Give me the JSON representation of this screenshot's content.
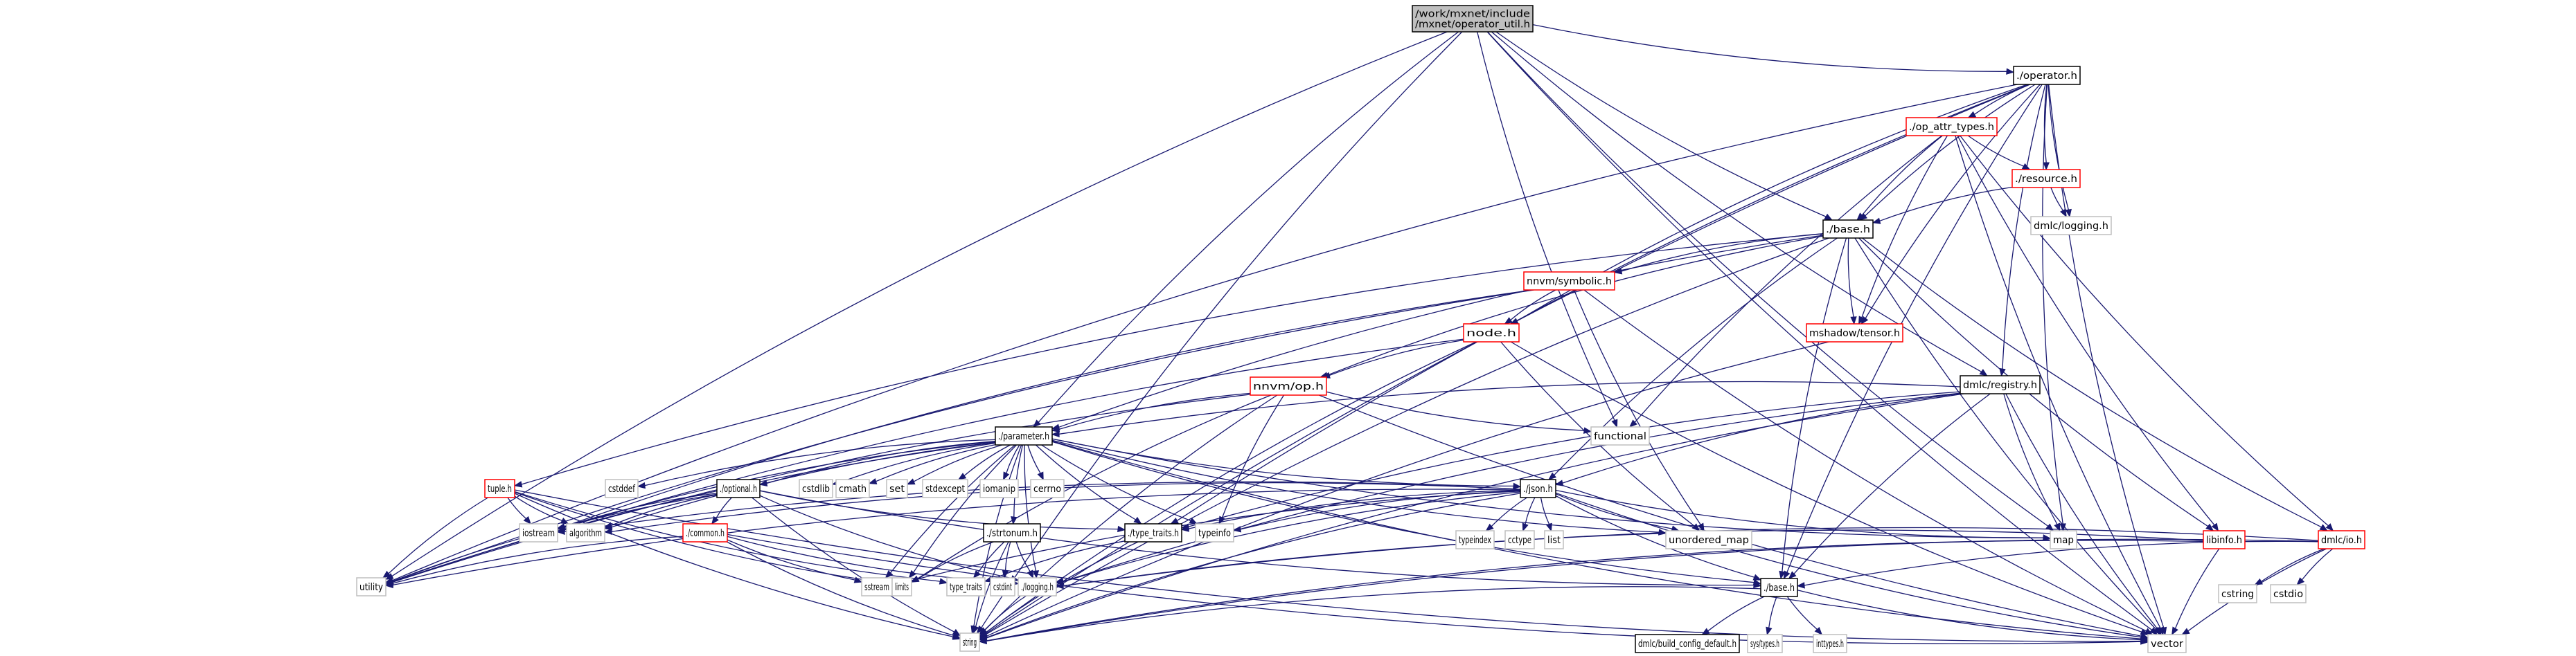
{
  "diagram": {
    "type": "include-dependency-graph",
    "legend_colors": {
      "edge": "#191970",
      "root_fill": "#bfbfbf",
      "documented_border": "#000000",
      "truncated_border": "#ff0000",
      "system_border": "#bfbfbf"
    },
    "nodes": [
      {
        "id": "root",
        "label": "/work/mxnet/include\n/mxnet/operator_util.h",
        "kind": "root"
      },
      {
        "id": "operator",
        "label": "./operator.h",
        "kind": "local"
      },
      {
        "id": "op_attr_types",
        "label": "./op_attr_types.h",
        "kind": "trunc"
      },
      {
        "id": "resource",
        "label": "./resource.h",
        "kind": "trunc"
      },
      {
        "id": "dmlc_logging_top",
        "label": "dmlc/logging.h",
        "kind": "sys"
      },
      {
        "id": "base_mx",
        "label": "./base.h",
        "kind": "local"
      },
      {
        "id": "nnvm_symbolic",
        "label": "nnvm/symbolic.h",
        "kind": "trunc"
      },
      {
        "id": "mshadow_tensor",
        "label": "mshadow/tensor.h",
        "kind": "trunc"
      },
      {
        "id": "node",
        "label": "node.h",
        "kind": "trunc"
      },
      {
        "id": "nnvm_op",
        "label": "nnvm/op.h",
        "kind": "trunc"
      },
      {
        "id": "dmlc_registry",
        "label": "dmlc/registry.h",
        "kind": "local"
      },
      {
        "id": "functional",
        "label": "functional",
        "kind": "sys"
      },
      {
        "id": "parameter",
        "label": "./parameter.h",
        "kind": "local"
      },
      {
        "id": "tuple",
        "label": "tuple.h",
        "kind": "trunc"
      },
      {
        "id": "cstddef",
        "label": "cstddef",
        "kind": "sys"
      },
      {
        "id": "optional",
        "label": "./optional.h",
        "kind": "local"
      },
      {
        "id": "cstdlib",
        "label": "cstdlib",
        "kind": "sys"
      },
      {
        "id": "cmath",
        "label": "cmath",
        "kind": "sys"
      },
      {
        "id": "set",
        "label": "set",
        "kind": "sys"
      },
      {
        "id": "stdexcept",
        "label": "stdexcept",
        "kind": "sys"
      },
      {
        "id": "iomanip",
        "label": "iomanip",
        "kind": "sys"
      },
      {
        "id": "cerrno",
        "label": "cerrno",
        "kind": "sys"
      },
      {
        "id": "json",
        "label": "./json.h",
        "kind": "local"
      },
      {
        "id": "iostream",
        "label": "iostream",
        "kind": "sys"
      },
      {
        "id": "algorithm",
        "label": "algorithm",
        "kind": "sys"
      },
      {
        "id": "common",
        "label": "./common.h",
        "kind": "trunc"
      },
      {
        "id": "strtonum",
        "label": "./strtonum.h",
        "kind": "local"
      },
      {
        "id": "type_traits_h",
        "label": "./type_traits.h",
        "kind": "local"
      },
      {
        "id": "typeinfo",
        "label": "typeinfo",
        "kind": "sys"
      },
      {
        "id": "typeindex",
        "label": "typeindex",
        "kind": "sys"
      },
      {
        "id": "cctype",
        "label": "cctype",
        "kind": "sys"
      },
      {
        "id": "list",
        "label": "list",
        "kind": "sys"
      },
      {
        "id": "unordered_map",
        "label": "unordered_map",
        "kind": "sys"
      },
      {
        "id": "map",
        "label": "map",
        "kind": "sys"
      },
      {
        "id": "libinfo",
        "label": "libinfo.h",
        "kind": "trunc"
      },
      {
        "id": "dmlc_io",
        "label": "dmlc/io.h",
        "kind": "trunc"
      },
      {
        "id": "utility",
        "label": "utility",
        "kind": "sys"
      },
      {
        "id": "sstream",
        "label": "sstream",
        "kind": "sys"
      },
      {
        "id": "limits",
        "label": "limits",
        "kind": "sys"
      },
      {
        "id": "type_traits",
        "label": "type_traits",
        "kind": "sys"
      },
      {
        "id": "cstdint",
        "label": "cstdint",
        "kind": "sys"
      },
      {
        "id": "logging",
        "label": "./logging.h",
        "kind": "sys"
      },
      {
        "id": "base_dmlc",
        "label": "./base.h",
        "kind": "local"
      },
      {
        "id": "cstring",
        "label": "cstring",
        "kind": "sys"
      },
      {
        "id": "cstdio",
        "label": "cstdio",
        "kind": "sys"
      },
      {
        "id": "string",
        "label": "string",
        "kind": "sys"
      },
      {
        "id": "build_config",
        "label": "dmlc/build_config_default.h",
        "kind": "local"
      },
      {
        "id": "sys_types",
        "label": "sys/types.h",
        "kind": "sys"
      },
      {
        "id": "inttypes",
        "label": "inttypes.h",
        "kind": "sys"
      },
      {
        "id": "vector",
        "label": "vector",
        "kind": "sys"
      }
    ],
    "edges": [
      [
        "root",
        "operator"
      ],
      [
        "root",
        "parameter"
      ],
      [
        "root",
        "base_mx"
      ],
      [
        "root",
        "dmlc_registry"
      ],
      [
        "root",
        "functional"
      ],
      [
        "root",
        "map"
      ],
      [
        "root",
        "vector"
      ],
      [
        "root",
        "string"
      ],
      [
        "root",
        "utility"
      ],
      [
        "operator",
        "op_attr_types"
      ],
      [
        "operator",
        "resource"
      ],
      [
        "operator",
        "dmlc_logging_top"
      ],
      [
        "operator",
        "base_mx"
      ],
      [
        "operator",
        "node"
      ],
      [
        "operator",
        "dmlc_registry"
      ],
      [
        "operator",
        "string"
      ],
      [
        "operator",
        "utility"
      ],
      [
        "operator",
        "vector"
      ],
      [
        "operator",
        "map"
      ],
      [
        "operator",
        "type_traits_h"
      ],
      [
        "operator",
        "base_dmlc"
      ],
      [
        "operator",
        "mshadow_tensor"
      ],
      [
        "op_attr_types",
        "resource"
      ],
      [
        "op_attr_types",
        "base_mx"
      ],
      [
        "op_attr_types",
        "mshadow_tensor"
      ],
      [
        "op_attr_types",
        "functional"
      ],
      [
        "op_attr_types",
        "vector"
      ],
      [
        "op_attr_types",
        "libinfo"
      ],
      [
        "op_attr_types",
        "dmlc_io"
      ],
      [
        "resource",
        "dmlc_logging_top"
      ],
      [
        "resource",
        "base_mx"
      ],
      [
        "base_mx",
        "nnvm_symbolic"
      ],
      [
        "base_mx",
        "mshadow_tensor"
      ],
      [
        "base_mx",
        "nnvm_op"
      ],
      [
        "base_mx",
        "parameter"
      ],
      [
        "base_mx",
        "json"
      ],
      [
        "base_mx",
        "string"
      ],
      [
        "base_mx",
        "vector"
      ],
      [
        "base_mx",
        "base_dmlc"
      ],
      [
        "base_mx",
        "dmlc_io"
      ],
      [
        "base_mx",
        "libinfo"
      ],
      [
        "base_mx",
        "tuple"
      ],
      [
        "nnvm_symbolic",
        "node"
      ],
      [
        "nnvm_symbolic",
        "unordered_map"
      ],
      [
        "nnvm_symbolic",
        "vector"
      ],
      [
        "nnvm_symbolic",
        "utility"
      ],
      [
        "nnvm_symbolic",
        "iostream"
      ],
      [
        "node",
        "nnvm_op"
      ],
      [
        "node",
        "utility"
      ],
      [
        "node",
        "string"
      ],
      [
        "node",
        "unordered_map"
      ],
      [
        "node",
        "vector"
      ],
      [
        "nnvm_op",
        "parameter"
      ],
      [
        "nnvm_op",
        "functional"
      ],
      [
        "nnvm_op",
        "typeinfo"
      ],
      [
        "nnvm_op",
        "utility"
      ],
      [
        "nnvm_op",
        "vector"
      ],
      [
        "nnvm_op",
        "string"
      ],
      [
        "nnvm_op",
        "limits"
      ],
      [
        "mshadow_tensor",
        "string"
      ],
      [
        "dmlc_registry",
        "parameter"
      ],
      [
        "dmlc_registry",
        "json"
      ],
      [
        "dmlc_registry",
        "map"
      ],
      [
        "dmlc_registry",
        "string"
      ],
      [
        "dmlc_registry",
        "vector"
      ],
      [
        "dmlc_registry",
        "type_traits_h"
      ],
      [
        "dmlc_registry",
        "base_dmlc"
      ],
      [
        "dmlc_registry",
        "logging"
      ],
      [
        "parameter",
        "cstddef"
      ],
      [
        "parameter",
        "optional"
      ],
      [
        "parameter",
        "cstdlib"
      ],
      [
        "parameter",
        "cmath"
      ],
      [
        "parameter",
        "set"
      ],
      [
        "parameter",
        "stdexcept"
      ],
      [
        "parameter",
        "iomanip"
      ],
      [
        "parameter",
        "cerrno"
      ],
      [
        "parameter",
        "json"
      ],
      [
        "parameter",
        "iostream"
      ],
      [
        "parameter",
        "algorithm"
      ],
      [
        "parameter",
        "strtonum"
      ],
      [
        "parameter",
        "type_traits_h"
      ],
      [
        "parameter",
        "typeinfo"
      ],
      [
        "parameter",
        "utility"
      ],
      [
        "parameter",
        "string"
      ],
      [
        "parameter",
        "vector"
      ],
      [
        "parameter",
        "map"
      ],
      [
        "parameter",
        "limits"
      ],
      [
        "parameter",
        "logging"
      ],
      [
        "parameter",
        "base_dmlc"
      ],
      [
        "parameter",
        "sstream"
      ],
      [
        "parameter",
        "unordered_map"
      ],
      [
        "tuple",
        "iostream"
      ],
      [
        "tuple",
        "algorithm"
      ],
      [
        "tuple",
        "utility"
      ],
      [
        "tuple",
        "string"
      ],
      [
        "tuple",
        "vector"
      ],
      [
        "tuple",
        "type_traits"
      ],
      [
        "tuple",
        "limits"
      ],
      [
        "optional",
        "iostream"
      ],
      [
        "optional",
        "algorithm"
      ],
      [
        "optional",
        "common"
      ],
      [
        "optional",
        "utility"
      ],
      [
        "optional",
        "string"
      ],
      [
        "optional",
        "logging"
      ],
      [
        "optional",
        "base_dmlc"
      ],
      [
        "optional",
        "type_traits_h"
      ],
      [
        "common",
        "sstream"
      ],
      [
        "common",
        "string"
      ],
      [
        "common",
        "vector"
      ],
      [
        "common",
        "logging"
      ],
      [
        "common",
        "utility"
      ],
      [
        "json",
        "typeindex"
      ],
      [
        "json",
        "cctype"
      ],
      [
        "json",
        "list"
      ],
      [
        "json",
        "unordered_map"
      ],
      [
        "json",
        "map"
      ],
      [
        "json",
        "iostream"
      ],
      [
        "json",
        "algorithm"
      ],
      [
        "json",
        "type_traits_h"
      ],
      [
        "json",
        "typeinfo"
      ],
      [
        "json",
        "string"
      ],
      [
        "json",
        "vector"
      ],
      [
        "json",
        "utility"
      ],
      [
        "json",
        "sstream"
      ],
      [
        "json",
        "base_dmlc"
      ],
      [
        "json",
        "logging"
      ],
      [
        "strtonum",
        "type_traits"
      ],
      [
        "strtonum",
        "string"
      ],
      [
        "strtonum",
        "limits"
      ],
      [
        "strtonum",
        "cstdint"
      ],
      [
        "strtonum",
        "logging"
      ],
      [
        "type_traits_h",
        "type_traits"
      ],
      [
        "type_traits_h",
        "string"
      ],
      [
        "libinfo",
        "vector"
      ],
      [
        "libinfo",
        "logging"
      ],
      [
        "libinfo",
        "string"
      ],
      [
        "dmlc_io",
        "cstring"
      ],
      [
        "dmlc_io",
        "cstdio"
      ],
      [
        "dmlc_io",
        "vector"
      ],
      [
        "dmlc_io",
        "string"
      ],
      [
        "dmlc_io",
        "logging"
      ],
      [
        "dmlc_io",
        "base_dmlc"
      ],
      [
        "base_dmlc",
        "build_config"
      ],
      [
        "base_dmlc",
        "sys_types"
      ],
      [
        "base_dmlc",
        "inttypes"
      ],
      [
        "base_dmlc",
        "string"
      ],
      [
        "base_dmlc",
        "vector"
      ],
      [
        "logging",
        "string"
      ]
    ]
  }
}
